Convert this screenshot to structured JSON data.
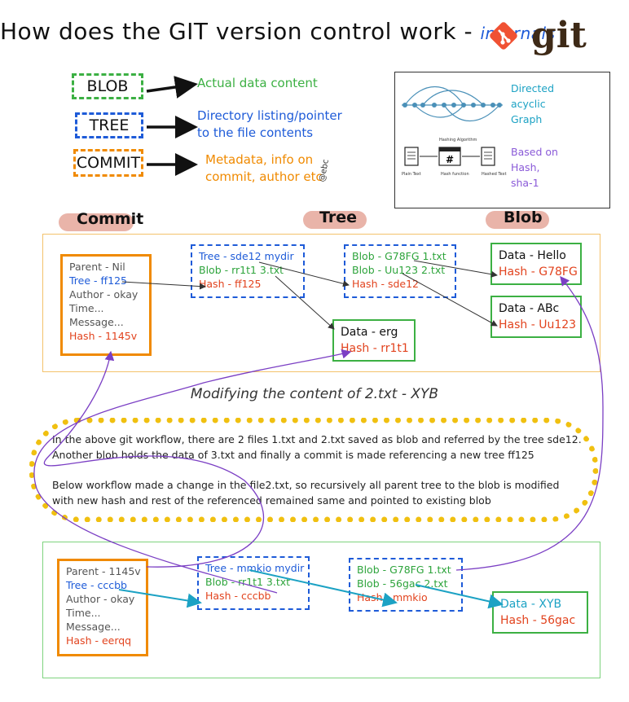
{
  "title": {
    "main": "How does the GIT version control work -",
    "accent": "internals",
    "git_word": "git"
  },
  "legend": [
    {
      "label": "BLOB",
      "desc": "Actual data content",
      "color": "#3cb043"
    },
    {
      "label": "TREE",
      "desc": "Directory listing/pointer to the file contents",
      "color": "#1e5bd8"
    },
    {
      "label": "COMMIT",
      "desc": "Metadata, info on commit, author etc",
      "color": "#f08a00"
    }
  ],
  "signature": "@ebc",
  "dag_panel": {
    "caption_top": "Directed acyclic Graph",
    "caption_bottom": "Based on Hash, sha-1",
    "hashing_title": "Hashing Algorithm",
    "plain_text": "Plain Text",
    "hash_function": "Hash function",
    "hashed_text": "Hashed Text"
  },
  "columns": {
    "commit": "Commit",
    "tree": "Tree",
    "blob": "Blob"
  },
  "top": {
    "commit": {
      "lines": [
        "Parent - Nil",
        "Tree - ff125",
        "Author - okay",
        "Time...",
        "Message...",
        "Hash - 1145v"
      ]
    },
    "tree1": {
      "lines": [
        "Tree - sde12 mydir",
        "Blob - rr1t1 3.txt",
        "Hash - ff125"
      ]
    },
    "tree2": {
      "lines": [
        "Blob - G78FG 1.txt",
        "Blob - Uu123 2.txt",
        "Hash - sde12"
      ]
    },
    "blob_hello": {
      "lines": [
        "Data - Hello",
        "Hash - G78FG"
      ]
    },
    "blob_abc": {
      "lines": [
        "Data - ABc",
        "Hash - Uu123"
      ]
    },
    "blob_erg": {
      "lines": [
        "Data - erg",
        "Hash - rr1t1"
      ]
    }
  },
  "modify_title": "Modifying the content of 2.txt - XYB",
  "note": {
    "para1": "In the above git workflow, there are 2 files 1.txt and 2.txt saved as blob and referred by the tree sde12. Another blob holds the data of 3.txt and finally a commit is made referencing a new tree ff125",
    "para2": "Below workflow made a change in the file2.txt, so recursively all parent tree to the blob is modified with new hash and rest of the referenced remained same and pointed to existing blob"
  },
  "bottom": {
    "commit": {
      "lines": [
        "Parent - 1145v",
        "Tree - cccbb",
        "Author - okay",
        "Time...",
        "Message...",
        "Hash - eerqq"
      ]
    },
    "tree1": {
      "lines": [
        "Tree - mmkio mydir",
        "Blob - rr1t1 3.txt",
        "Hash - cccbb"
      ]
    },
    "tree2": {
      "lines": [
        "Blob - G78FG 1.txt",
        "Blob - 56gac 2.txt",
        "Hash - mmkio"
      ]
    },
    "blob_xyb": {
      "lines": [
        "Data - XYB",
        "Hash - 56gac"
      ]
    }
  },
  "colors": {
    "commit": "#f08a00",
    "tree": "#1e5bd8",
    "blob": "#3cb043",
    "hash": "#e2431e",
    "teal_arrow": "#1ca2c4",
    "purple_arrow": "#7b3fc4",
    "header_pill": "#e9b4a9",
    "note_dots": "#f0c010",
    "top_panel": "#f3c26b",
    "bottom_panel": "#7ed37e"
  },
  "icons": [
    "git-logo-icon",
    "arrow-right-icon",
    "document-icon",
    "hash-function-icon"
  ]
}
